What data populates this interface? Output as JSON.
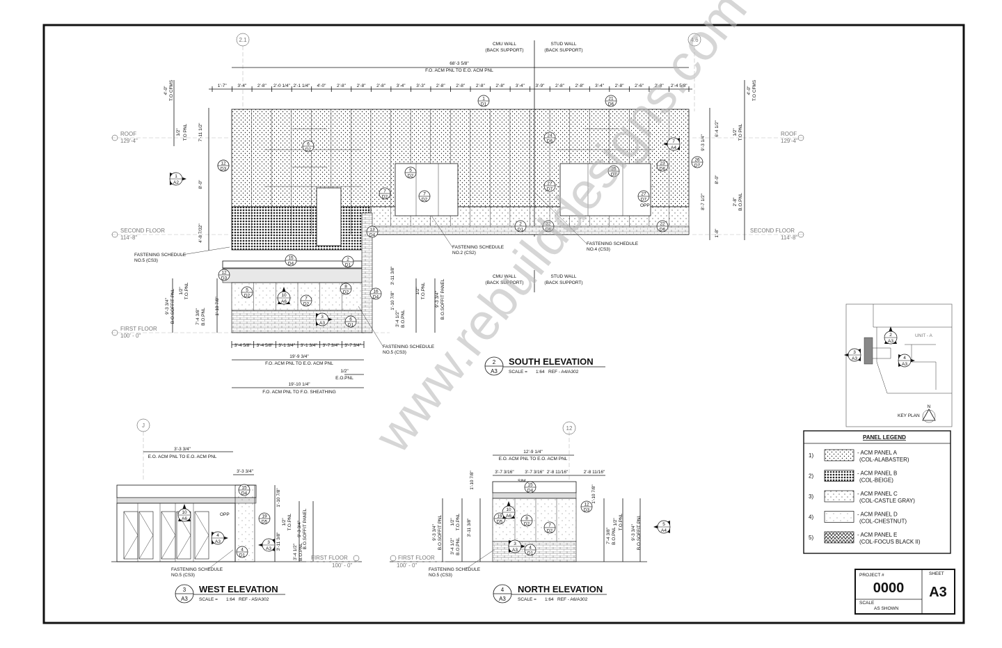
{
  "grid_bubbles": [
    "2.1",
    "4.6",
    "J",
    "12"
  ],
  "south": {
    "top_wall_labels": {
      "cmu": [
        "CMU WALL",
        "(BACK SUPPORT)"
      ],
      "stud": [
        "STUD WALL",
        "(BACK SUPPORT)"
      ]
    },
    "overall_dim": [
      "68'-3 5/8\"",
      "F.O. ACM PNL TO E.O. ACM PNL"
    ],
    "top_dims": [
      "1'-7\"",
      "3'-4\"",
      "2'-8\"",
      "2'-0 1/4\"",
      "2'-1 1/4\"",
      "4'-0\"",
      "2'-8\"",
      "2'-8\"",
      "2'-8\"",
      "3'-4\"",
      "3'-3\"",
      "2'-8\"",
      "2'-8\"",
      "2'-8\"",
      "2'-8\"",
      "3'-4\"",
      "3'-9\"",
      "2'-8\"",
      "2'-8\"",
      "3'-4\"",
      "2'-8\"",
      "2'-6\"",
      "2'-8\"",
      "2'-4 5/8\""
    ],
    "left_levels": [
      {
        "name": "ROOF",
        "elev": "129'-4\""
      },
      {
        "name": "SECOND FLOOR",
        "elev": "114'-8\""
      },
      {
        "name": "FIRST FLOOR",
        "elev": "100' - 0\""
      }
    ],
    "right_levels": [
      {
        "name": "ROOF",
        "elev": "129'-4\""
      },
      {
        "name": "SECOND FLOOR",
        "elev": "114'-8\""
      }
    ],
    "left_vdims": [
      "4'-0\"",
      "T.O CFMS",
      "1/2\"",
      "T.O PNL",
      "7'-11 1/2\"",
      "8'-0\"",
      "4'-8 7/32\""
    ],
    "right_vdims": [
      "4'-0\"",
      "T.O CFMS",
      "1/2\"",
      "T.O PNL",
      "6'-4 1/2\"",
      "9'-3 1/4\"",
      "8'-0\"",
      "8'-7 1/2\"",
      "2'-8\"",
      "B.O.PNL",
      "1'-8\""
    ],
    "mid_wall_labels": {
      "cmu": [
        "CMU WALL",
        "(BACK SUPPORT)"
      ],
      "stud": [
        "STUD WALL",
        "(BACK SUPPORT)"
      ]
    },
    "notes": [
      [
        "FASTENING SCHEDULE",
        "NO.5 (CS3)"
      ],
      [
        "FASTENING SCHEDULE",
        "NO.2 (CS2)"
      ],
      [
        "FASTENING SCHEDULE",
        "NO.4 (CS3)"
      ],
      [
        "FASTENING SCHEDULE",
        "NO.5 (CS3)"
      ]
    ],
    "bottom_dims": [
      "3'-4 5/8\"",
      "3'-4 5/8\"",
      "3'-1 3/4\"",
      "3'-1 3/4\"",
      "3'-7 3/4\"",
      "3'-7 3/4\""
    ],
    "bottom_overall": [
      [
        "19'-9 3/4\"",
        "F.O. ACM PNL TO E.O. ACM PNL"
      ],
      [
        "1/2\"",
        "E.O.PNL"
      ],
      [
        "19'-10 1/4\"",
        "F.O. ACM PNL TO F.O. SHEATHING"
      ]
    ],
    "lower_vdims": [
      "9'-3 3/4\"",
      "B.O.SOFFIT PNL",
      "1/2\"",
      "T.O.PNL",
      "7'-4 3/8\"",
      "B.O.PNL",
      "1'-10 7/8\"",
      "3'-4 1/2\"",
      "B.O.PNL",
      "1'-10 7/8\"",
      "3'-11 3/8\"",
      "1/2\"",
      "T.O.PNL",
      "9'-3 3/4\"",
      "B.O.SOFFIT PANEL"
    ],
    "panel_tags": [
      {
        "num": "1",
        "ref": "D1"
      },
      {
        "num": "3",
        "ref": "D3"
      },
      {
        "num": "6",
        "ref": "D2"
      },
      {
        "num": "12",
        "ref": "D3"
      },
      {
        "num": "5",
        "ref": "D2"
      },
      {
        "num": "7",
        "ref": "D2"
      },
      {
        "num": "7",
        "ref": "D2"
      },
      {
        "num": "13",
        "ref": "D4"
      },
      {
        "num": "2",
        "ref": "D1"
      },
      {
        "num": "22",
        "ref": "D6"
      },
      {
        "num": "22",
        "ref": "D6"
      },
      {
        "num": "21",
        "ref": "D6"
      },
      {
        "num": "24",
        "ref": "D6"
      },
      {
        "num": "23",
        "ref": "D6"
      },
      {
        "num": "25",
        "ref": "D7"
      },
      {
        "num": "26",
        "ref": "D7"
      },
      {
        "num": "27",
        "ref": "D7"
      },
      {
        "num": "27",
        "ref": "D7"
      },
      {
        "num": "15",
        "ref": "D4"
      },
      {
        "num": "2",
        "ref": "D1"
      },
      {
        "num": "12",
        "ref": "D3"
      },
      {
        "num": "5",
        "ref": "D2"
      },
      {
        "num": "7",
        "ref": "D2"
      },
      {
        "num": "8",
        "ref": "D2"
      },
      {
        "num": "16",
        "ref": "D4"
      },
      {
        "num": "6",
        "ref": "D1"
      }
    ],
    "section_marks": [
      {
        "num": "1",
        "ref": "A2"
      },
      {
        "num": "7",
        "ref": "A4"
      },
      {
        "num": "10",
        "ref": "A6"
      },
      {
        "num": "3",
        "ref": "A3"
      }
    ],
    "opp_label": "OPP",
    "title": {
      "num": "2",
      "sheet": "A3",
      "name": "SOUTH ELEVATION",
      "scale_label": "SCALE =",
      "scale": "1:64",
      "ref": "REF - A4/A302"
    }
  },
  "key_plan": {
    "unit": "UNIT - A",
    "label": "KEY PLAN",
    "north": "N",
    "marks": [
      {
        "num": "2",
        "ref": "A3"
      },
      {
        "num": "3",
        "ref": "A3"
      },
      {
        "num": "4",
        "ref": "A3"
      }
    ]
  },
  "legend": {
    "title": "PANEL LEGEND",
    "items": [
      {
        "n": "1)",
        "name": "- ACM PANEL A",
        "color": "(COL-ALABASTER)",
        "pattern": "a"
      },
      {
        "n": "2)",
        "name": "- ACM PANEL B",
        "color": "(COL-BEIGE)",
        "pattern": "b"
      },
      {
        "n": "3)",
        "name": "- ACM PANEL C",
        "color": "(COL-CASTLE GRAY)",
        "pattern": "c"
      },
      {
        "n": "4)",
        "name": "- ACM PANEL D",
        "color": "(COL-CHESTNUT)",
        "pattern": "d"
      },
      {
        "n": "5)",
        "name": "- ACM PANEL E",
        "color": "(COL-FOCUS BLACK II)",
        "pattern": "e"
      }
    ]
  },
  "title_block": {
    "project_label": "PROJECT #",
    "project": "0000",
    "sheet_label": "SHEET",
    "sheet": "A3",
    "scale_label": "SCALE",
    "scale": "AS SHOWN"
  },
  "west": {
    "top_dim": [
      "3'-3 3/4\"",
      "E.O. ACM PNL TO E.O. ACM PNL"
    ],
    "dims": [
      "3'-3 3/4\"",
      "1'-10 7/8\"",
      "1/2\"",
      "T.O.PNL",
      "3'-11 3/8\"",
      "9'-3 3/4\"",
      "B.O.SOFFIT PANEL",
      "3'-4 1/2\"",
      "B.O.PNL"
    ],
    "level": [
      "FIRST FLOOR",
      "100' - 0\""
    ],
    "note": [
      "FASTENING SCHEDULE",
      "NO.5 (CS3)"
    ],
    "tags": [
      {
        "num": "15",
        "ref": "D4"
      },
      {
        "num": "19",
        "ref": "D5"
      },
      {
        "num": "4",
        "ref": "D1"
      }
    ],
    "marks": [
      {
        "num": "10",
        "ref": "A6"
      },
      {
        "num": "4",
        "ref": "A3"
      },
      {
        "num": "3",
        "ref": "A3"
      }
    ],
    "opp": "OPP",
    "title": {
      "num": "3",
      "sheet": "A3",
      "name": "WEST ELEVATION",
      "scale_label": "SCALE =",
      "scale": "1:64",
      "ref": "REF - A5/A302"
    }
  },
  "north": {
    "top_dim": [
      "12'-9 1/4\"",
      "E.O. ACM PNL TO E.O. ACM PNL"
    ],
    "small_dims": [
      "3'-7 3/16\"",
      "3'-7 3/16\"",
      "2'-8 11/16\"",
      "2'-8 11/16\""
    ],
    "dims": [
      "1'-10 7/8\"",
      "9'-3 3/4\"",
      "B.O.SOFFIT PNL",
      "1/2\"",
      "T.O.PNL",
      "3'-11 3/8\"",
      "3'-4 1/2\"",
      "B.O.PNL",
      "1/2\"",
      "T.O.PNL",
      "7'-4 3/8\"",
      "B.O.PNL",
      "1'-10 7/8\"",
      "9'-3 3/4\"",
      "B.O.SOFFIT PNL"
    ],
    "level": [
      "FIRST FLOOR",
      "100' - 0\""
    ],
    "note": [
      "FASTENING SCHEDULE",
      "NO.5 (CS3)"
    ],
    "sim": "SIM",
    "tags": [
      {
        "num": "15",
        "ref": "D4"
      },
      {
        "num": "19",
        "ref": "D5"
      },
      {
        "num": "8",
        "ref": "D2"
      },
      {
        "num": "7",
        "ref": "D2"
      },
      {
        "num": "12",
        "ref": "D3"
      },
      {
        "num": "4",
        "ref": "D1"
      }
    ],
    "marks": [
      {
        "num": "10",
        "ref": "A6"
      },
      {
        "num": "5",
        "ref": "A4"
      },
      {
        "num": "3",
        "ref": "A3"
      }
    ],
    "title": {
      "num": "4",
      "sheet": "A3",
      "name": "NORTH ELEVATION",
      "scale_label": "SCALE =",
      "scale": "1:64",
      "ref": "REF - A6/A302"
    }
  },
  "watermark": "www.rebuilddesigns.com"
}
